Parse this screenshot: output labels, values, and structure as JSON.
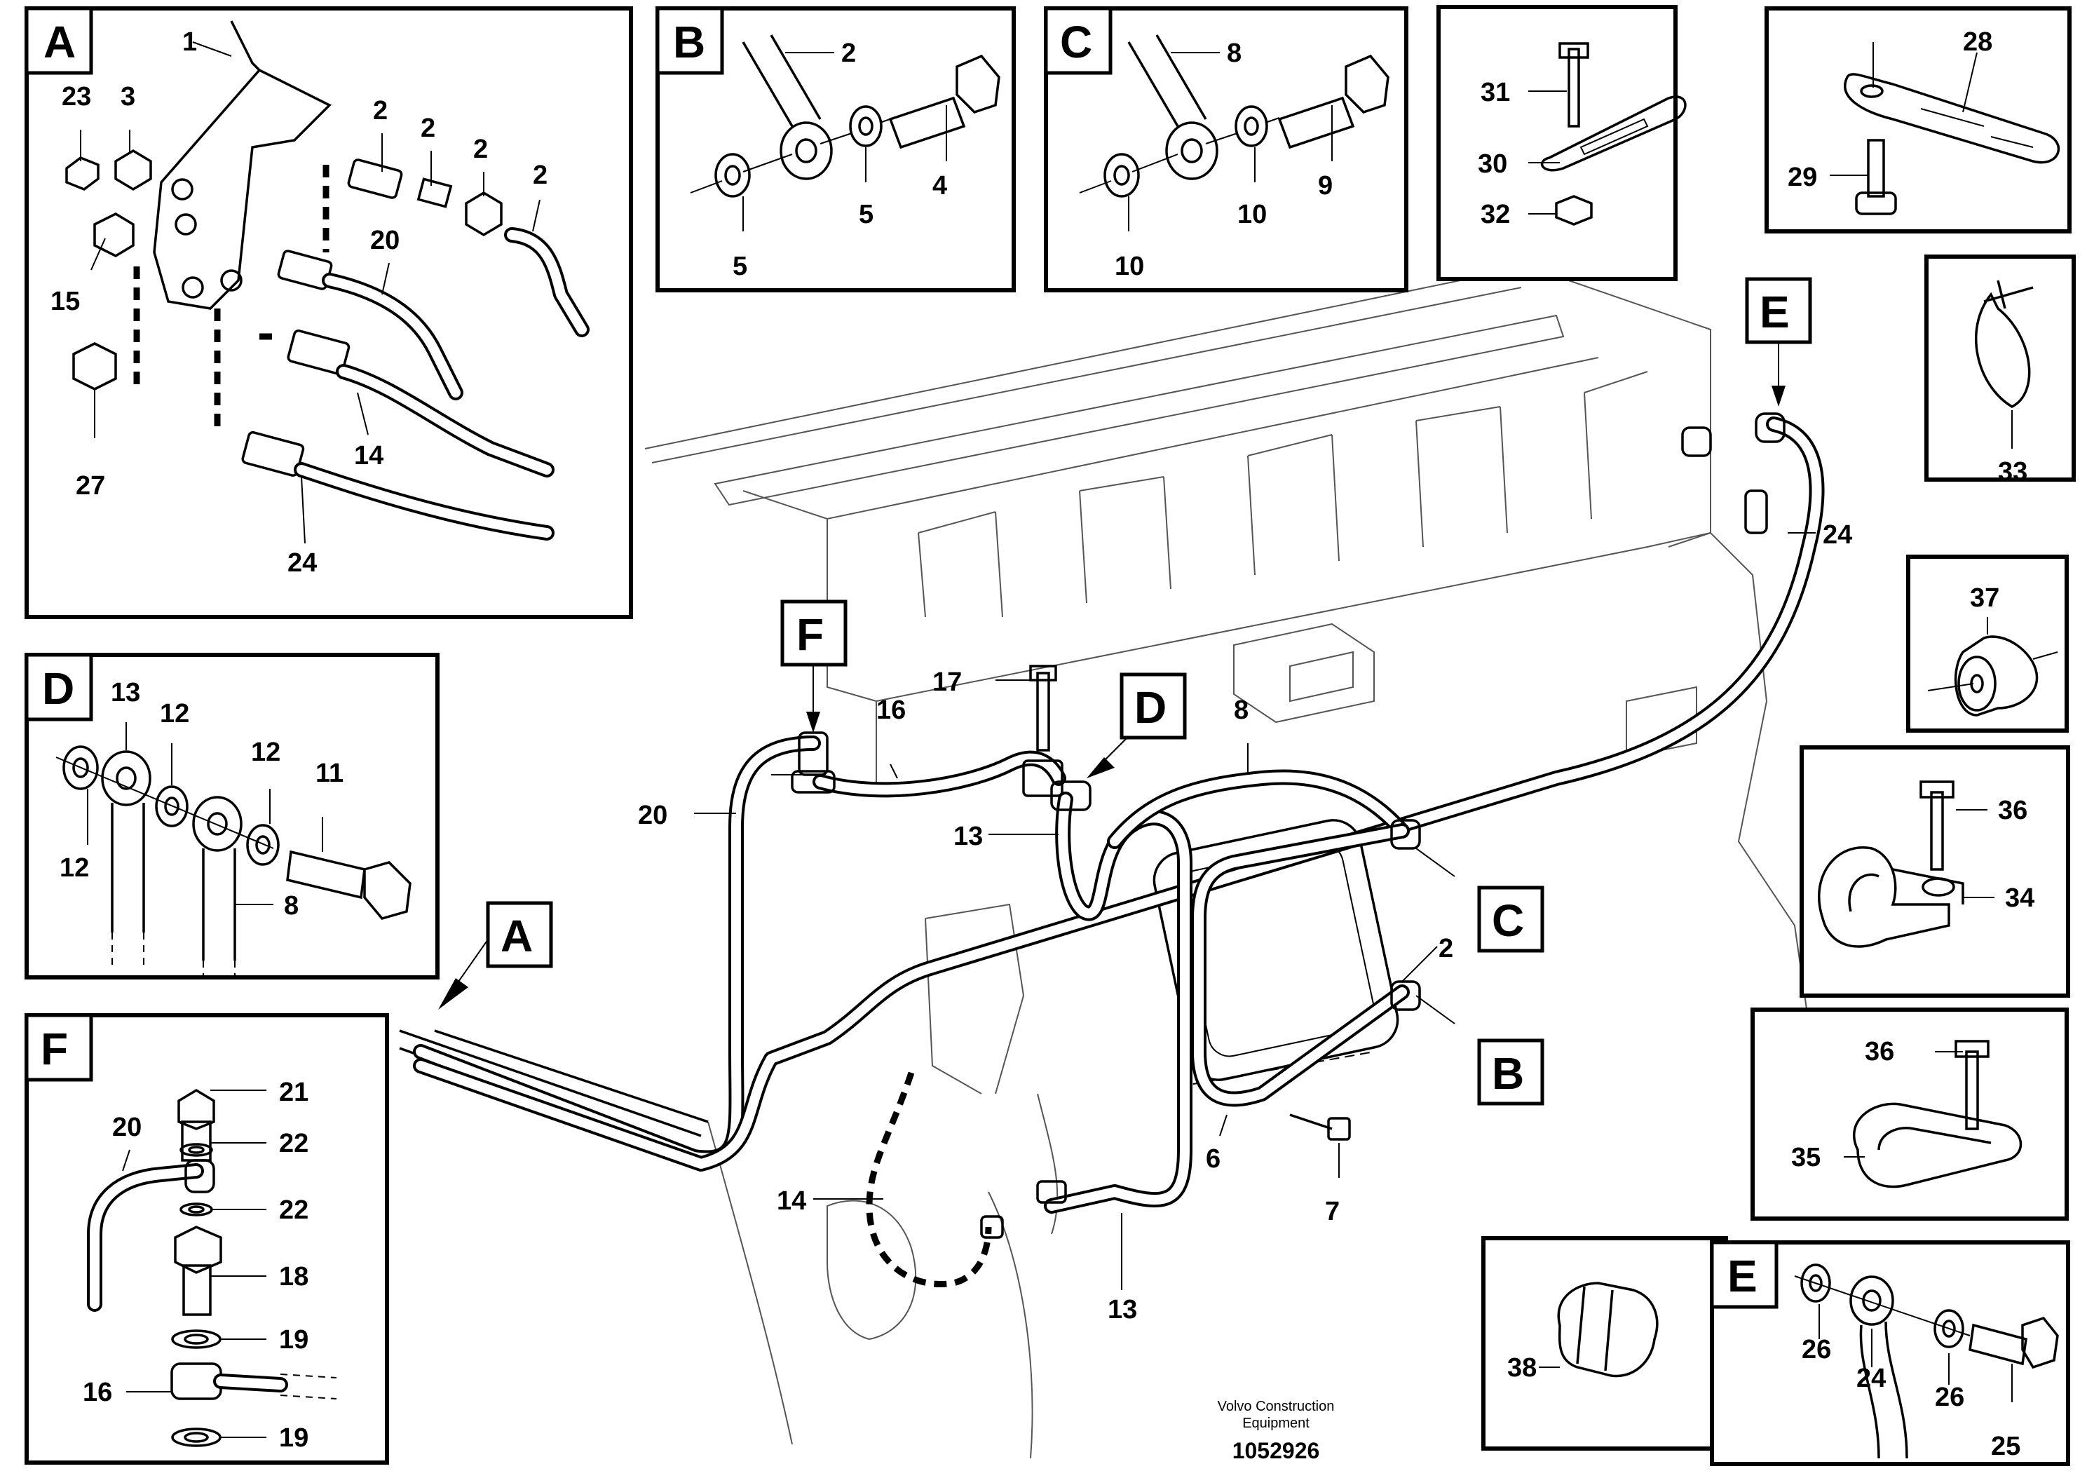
{
  "detail_views": {
    "A": {
      "letter": "A",
      "callouts": [
        "1",
        "23",
        "3",
        "2",
        "2",
        "2",
        "2",
        "20",
        "15",
        "14",
        "27",
        "24"
      ]
    },
    "B": {
      "letter": "B",
      "callouts": [
        "2",
        "4",
        "5",
        "5"
      ]
    },
    "C": {
      "letter": "C",
      "callouts": [
        "8",
        "9",
        "10",
        "10"
      ]
    },
    "D": {
      "letter": "D",
      "callouts": [
        "13",
        "12",
        "12",
        "11",
        "12",
        "8"
      ]
    },
    "E": {
      "letter": "E",
      "callouts": [
        "26",
        "24",
        "26",
        "25"
      ]
    },
    "F": {
      "letter": "F",
      "callouts": [
        "21",
        "22",
        "20",
        "22",
        "18",
        "19",
        "16",
        "19"
      ]
    },
    "clip_28": {
      "callouts": [
        "28",
        "29"
      ]
    },
    "clip_31": {
      "callouts": [
        "31",
        "30",
        "32"
      ]
    },
    "tie_33": {
      "callouts": [
        "33"
      ]
    },
    "spacer_37": {
      "callouts": [
        "37"
      ]
    },
    "clamp_36_34": {
      "callouts": [
        "36",
        "34"
      ]
    },
    "clamp_36_35": {
      "callouts": [
        "36",
        "35"
      ]
    },
    "clamp_38": {
      "callouts": [
        "38"
      ]
    }
  },
  "main_view": {
    "letters": [
      "F",
      "D",
      "A",
      "C",
      "B",
      "E"
    ],
    "callouts": [
      "17",
      "16",
      "20",
      "13",
      "8",
      "24",
      "2",
      "6",
      "7",
      "14",
      "13"
    ]
  },
  "footer": {
    "company_line1": "Volvo Construction",
    "company_line2": "Equipment",
    "drawing_number": "1052926"
  }
}
